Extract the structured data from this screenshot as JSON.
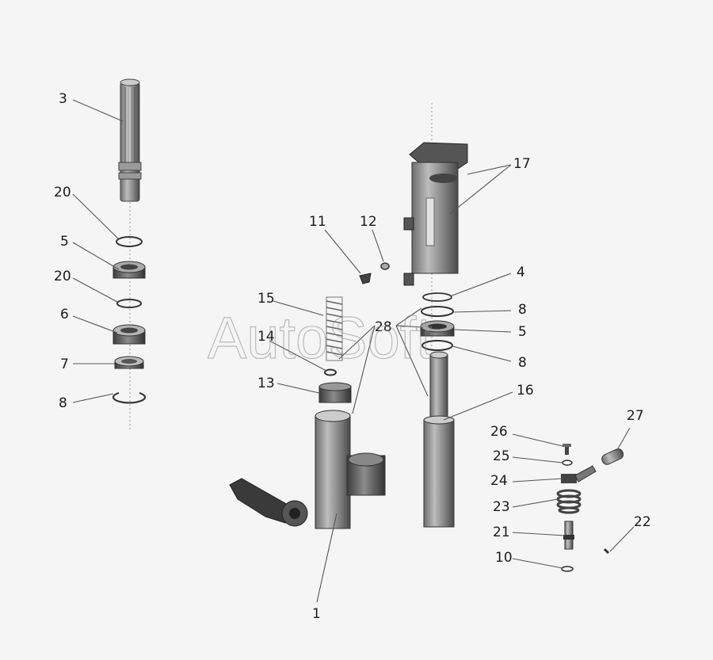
{
  "watermark": "AutoSoft",
  "callouts": [
    {
      "id": "c3",
      "text": "3"
    },
    {
      "id": "c20a",
      "text": "20"
    },
    {
      "id": "c5a",
      "text": "5"
    },
    {
      "id": "c20b",
      "text": "20"
    },
    {
      "id": "c6",
      "text": "6"
    },
    {
      "id": "c7",
      "text": "7"
    },
    {
      "id": "c8a",
      "text": "8"
    },
    {
      "id": "c17",
      "text": "17"
    },
    {
      "id": "c11",
      "text": "11"
    },
    {
      "id": "c12",
      "text": "12"
    },
    {
      "id": "c4",
      "text": "4"
    },
    {
      "id": "c15",
      "text": "15"
    },
    {
      "id": "c8b",
      "text": "8"
    },
    {
      "id": "c28",
      "text": "28"
    },
    {
      "id": "c5b",
      "text": "5"
    },
    {
      "id": "c14",
      "text": "14"
    },
    {
      "id": "c8c",
      "text": "8"
    },
    {
      "id": "c13",
      "text": "13"
    },
    {
      "id": "c16",
      "text": "16"
    },
    {
      "id": "c27",
      "text": "27"
    },
    {
      "id": "c26",
      "text": "26"
    },
    {
      "id": "c25",
      "text": "25"
    },
    {
      "id": "c24",
      "text": "24"
    },
    {
      "id": "c23",
      "text": "23"
    },
    {
      "id": "c22",
      "text": "22"
    },
    {
      "id": "c21",
      "text": "21"
    },
    {
      "id": "c10",
      "text": "10"
    },
    {
      "id": "c1",
      "text": "1"
    }
  ]
}
